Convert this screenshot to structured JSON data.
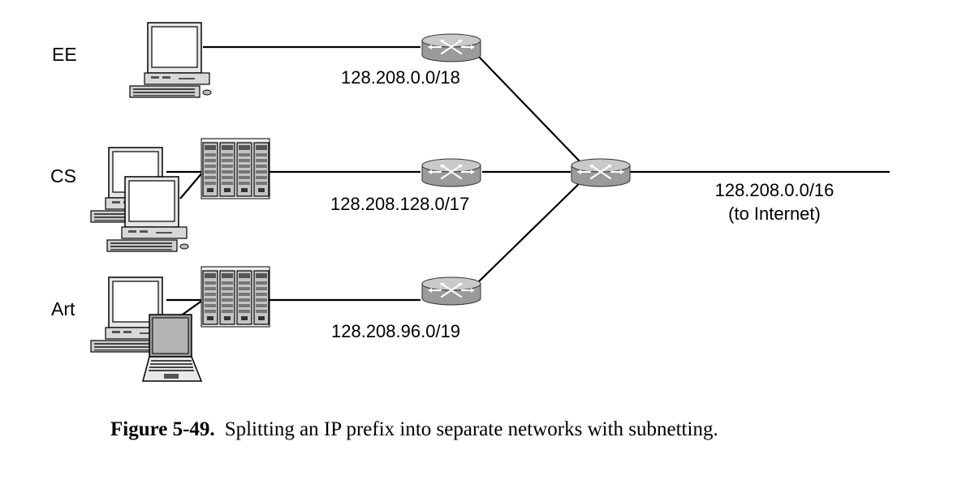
{
  "departments": {
    "ee": "EE",
    "cs": "CS",
    "art": "Art"
  },
  "subnets": {
    "ee": "128.208.0.0/18",
    "cs": "128.208.128.0/17",
    "art": "128.208.96.0/19"
  },
  "uplink": {
    "prefix": "128.208.0.0/16",
    "note": "(to Internet)"
  },
  "caption": {
    "number": "Figure 5-49.",
    "text": "Splitting an IP prefix into separate networks with subnetting."
  },
  "icons": [
    "desktop-computer-icon",
    "server-rack-icon",
    "laptop-icon",
    "router-icon"
  ]
}
